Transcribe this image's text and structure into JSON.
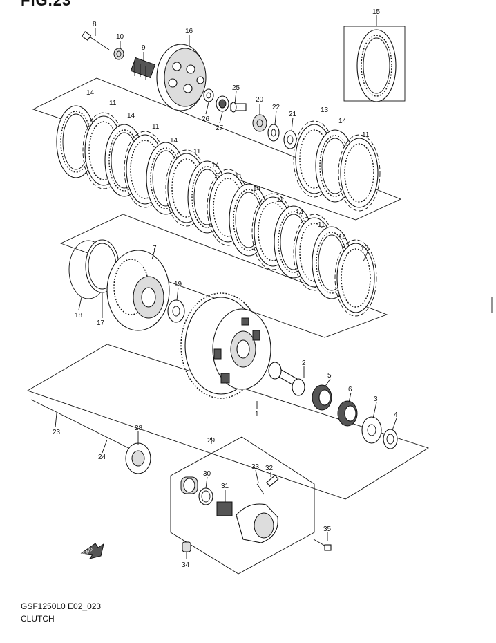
{
  "figure": {
    "title": "FIG.23",
    "code": "GSF1250L0 E02_023",
    "caption": "CLUTCH",
    "fwd_label": "FWD"
  },
  "callouts": [
    "1",
    "2",
    "3",
    "4",
    "5",
    "6",
    "7",
    "8",
    "9",
    "10",
    "11",
    "12",
    "13",
    "14",
    "15",
    "16",
    "17",
    "18",
    "19",
    "20",
    "21",
    "22",
    "23",
    "24",
    "25",
    "26",
    "27",
    "28",
    "29",
    "30",
    "31",
    "32",
    "33",
    "34",
    "35"
  ]
}
